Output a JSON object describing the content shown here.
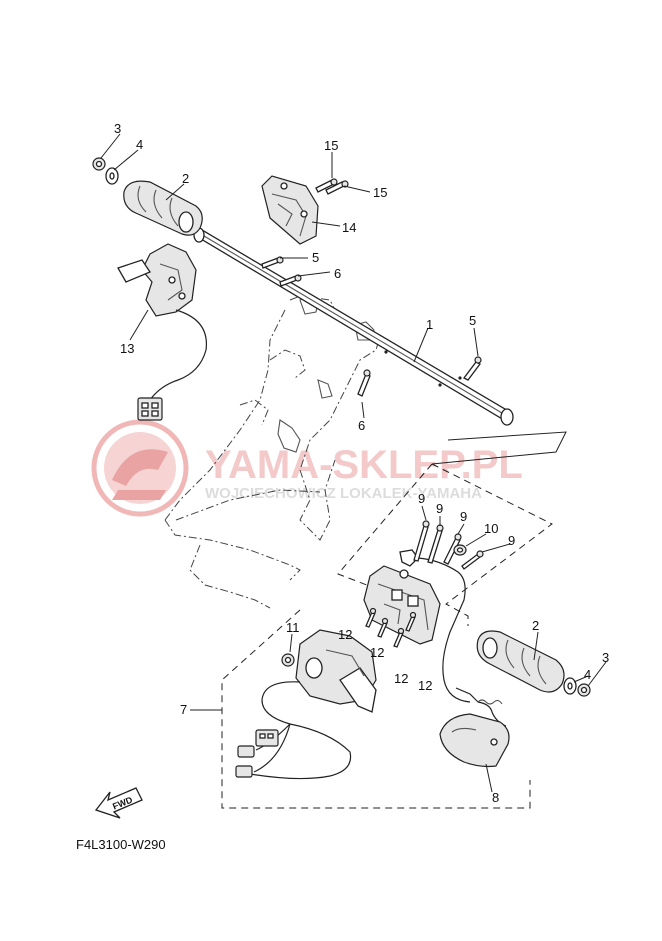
{
  "diagram": {
    "code": "F4L3100-W290",
    "direction_label": "FWD",
    "watermark": {
      "title": "YAMA-SKLEP.PL",
      "subtitle": "WOJCIECHOWICZ LOKALEK-YAMAHA"
    },
    "callouts": [
      {
        "id": "c3a",
        "label": "3"
      },
      {
        "id": "c4a",
        "label": "4"
      },
      {
        "id": "c2a",
        "label": "2"
      },
      {
        "id": "c15a",
        "label": "15"
      },
      {
        "id": "c15b",
        "label": "15"
      },
      {
        "id": "c14",
        "label": "14"
      },
      {
        "id": "c5a",
        "label": "5"
      },
      {
        "id": "c6a",
        "label": "6"
      },
      {
        "id": "c13",
        "label": "13"
      },
      {
        "id": "c1",
        "label": "1"
      },
      {
        "id": "c5b",
        "label": "5"
      },
      {
        "id": "c6b",
        "label": "6"
      },
      {
        "id": "c9a",
        "label": "9"
      },
      {
        "id": "c9b",
        "label": "9"
      },
      {
        "id": "c9c",
        "label": "9"
      },
      {
        "id": "c10",
        "label": "10"
      },
      {
        "id": "c9d",
        "label": "9"
      },
      {
        "id": "c11",
        "label": "11"
      },
      {
        "id": "c12a",
        "label": "12"
      },
      {
        "id": "c12b",
        "label": "12"
      },
      {
        "id": "c12c",
        "label": "12"
      },
      {
        "id": "c12d",
        "label": "12"
      },
      {
        "id": "c2b",
        "label": "2"
      },
      {
        "id": "c4b",
        "label": "4"
      },
      {
        "id": "c3b",
        "label": "3"
      },
      {
        "id": "c7",
        "label": "7"
      },
      {
        "id": "c8",
        "label": "8"
      }
    ]
  }
}
